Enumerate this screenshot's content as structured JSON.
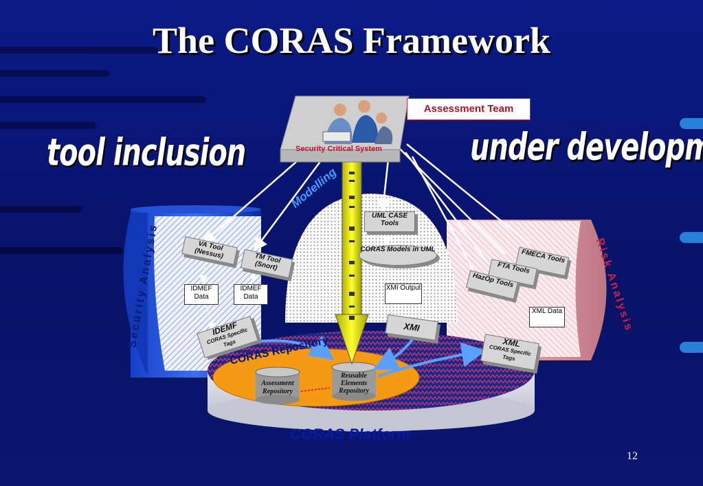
{
  "title": "The CORAS Framework",
  "left_label": "tool inclusion",
  "right_label": "under development",
  "assessment_team": "Assessment Team",
  "security_critical_system": "Security Critical System",
  "modelling": "Modelling",
  "security_analysis": "Security Analysis",
  "risk_analysis": "Risk Analysis",
  "tools": {
    "va_tool": "VA Tool (Nessus)",
    "tm_tool": "TM Tool (Snort)",
    "uml_case": "UML CASE Tools",
    "coras_models": "CORAS Models in UML",
    "fmeca": "FMECA Tools",
    "fta": "FTA Tools",
    "hazop": "HazOp Tools"
  },
  "data_docs": {
    "idmef1": "IDMEF Data",
    "idmef2": "IDMEF Data",
    "xmi_output": "XMI Output",
    "xml_data": "XML Data"
  },
  "tag_boxes": {
    "idemf": "IDEMF",
    "idemf_tags": "CORAS Specific Tags",
    "xmi": "XMI",
    "xml": "XML",
    "xml_tags": "CORAS Specific Tags"
  },
  "repository": {
    "title": "CORAS Repository",
    "assessment": "Assessment Repository",
    "reusable": "Reusable Elements Repository"
  },
  "platform": "CORAS Platform",
  "page_number": "12",
  "colors": {
    "background": "#0a1470",
    "security_blue": "#1b48d0",
    "risk_pink": "#e8b0b8",
    "repository_orange": "#f59a14",
    "arrow_yellow": "#f0f000"
  }
}
